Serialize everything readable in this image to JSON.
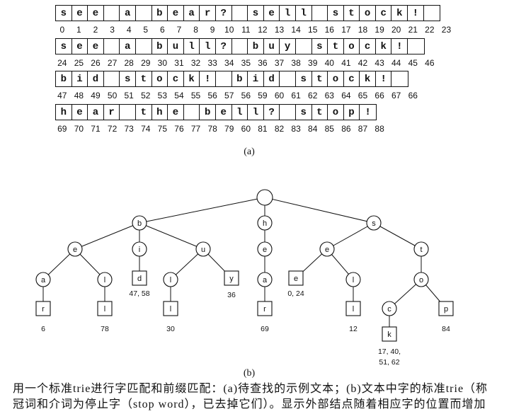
{
  "text_rows": [
    {
      "cells": [
        "s",
        "e",
        "e",
        " ",
        "a",
        " ",
        "b",
        "e",
        "a",
        "r",
        "?",
        " ",
        "s",
        "e",
        "l",
        "l",
        " ",
        "s",
        "t",
        "o",
        "c",
        "k",
        "!",
        " "
      ],
      "indices": [
        "0",
        "1",
        "2",
        "3",
        "4",
        "5",
        "6",
        "7",
        "8",
        "9",
        "10",
        "11",
        "12",
        "13",
        "14",
        "15",
        "16",
        "17",
        "18",
        "19",
        "20",
        "21",
        "22",
        "23"
      ]
    },
    {
      "cells": [
        "s",
        "e",
        "e",
        " ",
        "a",
        " ",
        "b",
        "u",
        "l",
        "l",
        "?",
        " ",
        "b",
        "u",
        "y",
        " ",
        "s",
        "t",
        "o",
        "c",
        "k",
        "!",
        " "
      ],
      "indices": [
        "24",
        "25",
        "26",
        "27",
        "28",
        "29",
        "30",
        "31",
        "32",
        "33",
        "34",
        "35",
        "36",
        "37",
        "38",
        "39",
        "40",
        "41",
        "42",
        "43",
        "44",
        "45",
        "46"
      ]
    },
    {
      "cells": [
        "b",
        "i",
        "d",
        " ",
        "s",
        "t",
        "o",
        "c",
        "k",
        "!",
        " ",
        "b",
        "i",
        "d",
        " ",
        "s",
        "t",
        "o",
        "c",
        "k",
        "!",
        " "
      ],
      "indices": [
        "47",
        "48",
        "49",
        "50",
        "51",
        "52",
        "53",
        "54",
        "55",
        "56",
        "57",
        "56",
        "59",
        "60",
        "61",
        "62",
        "63",
        "64",
        "65",
        "66",
        "67",
        "66"
      ]
    },
    {
      "cells": [
        "h",
        "e",
        "a",
        "r",
        " ",
        "t",
        "h",
        "e",
        " ",
        "b",
        "e",
        "l",
        "l",
        "?",
        " ",
        "s",
        "t",
        "o",
        "p",
        "!"
      ],
      "indices": [
        "69",
        "70",
        "71",
        "72",
        "73",
        "74",
        "75",
        "76",
        "77",
        "78",
        "79",
        "60",
        "81",
        "82",
        "83",
        "84",
        "85",
        "86",
        "87",
        "88"
      ]
    }
  ],
  "part_a_label": "(a)",
  "trie": {
    "children": [
      {
        "letter": "b",
        "children": [
          {
            "letter": "e",
            "children": [
              {
                "letter": "a",
                "children": [
                  {
                    "letter": "r",
                    "occurrences": [
                      "6"
                    ]
                  }
                ]
              },
              {
                "letter": "l",
                "children": [
                  {
                    "letter": "l",
                    "occurrences": [
                      "78"
                    ]
                  }
                ]
              }
            ]
          },
          {
            "letter": "i",
            "children": [
              {
                "letter": "d",
                "occurrences": [
                  "47, 58"
                ]
              }
            ]
          },
          {
            "letter": "u",
            "children": [
              {
                "letter": "l",
                "children": [
                  {
                    "letter": "l",
                    "occurrences": [
                      "30"
                    ]
                  }
                ]
              },
              {
                "letter": "y",
                "occurrences": [
                  "36"
                ]
              }
            ]
          }
        ]
      },
      {
        "letter": "h",
        "children": [
          {
            "letter": "e",
            "children": [
              {
                "letter": "a",
                "children": [
                  {
                    "letter": "r",
                    "occurrences": [
                      "69"
                    ]
                  }
                ]
              }
            ]
          }
        ]
      },
      {
        "letter": "s",
        "children": [
          {
            "letter": "e",
            "children": [
              {
                "letter": "e",
                "occurrences": [
                  "0, 24"
                ]
              },
              {
                "letter": "l",
                "children": [
                  {
                    "letter": "l",
                    "occurrences": [
                      "12"
                    ]
                  }
                ]
              }
            ]
          },
          {
            "letter": "t",
            "children": [
              {
                "letter": "o",
                "children": [
                  {
                    "letter": "c",
                    "children": [
                      {
                        "letter": "k",
                        "occurrences": [
                          "17, 40,",
                          "51, 62"
                        ]
                      }
                    ]
                  },
                  {
                    "letter": "p",
                    "occurrences": [
                      "84"
                    ]
                  }
                ]
              }
            ]
          }
        ]
      }
    ]
  },
  "part_b_label": "(b)",
  "caption": [
    "用一个标准trie进行字匹配和前缀匹配：(a)待查找的示例文本；(b)文本中字的标准trie（称",
    "冠词和介词为停止字（stop word），已去掉它们）。显示外部结点随着相应字的位置而增加"
  ]
}
